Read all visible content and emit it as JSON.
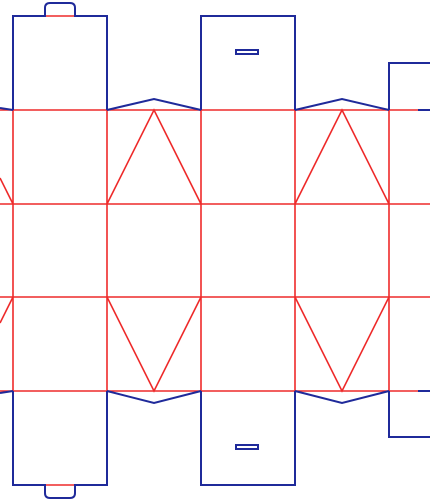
{
  "diagram": {
    "type": "box-dieline",
    "colors": {
      "cut_line": "#1f2a9a",
      "fold_line": "#ee2a2a",
      "background": "#ffffff"
    },
    "legend": {
      "cut_line_style": "solid",
      "fold_line_style": "solid"
    }
  }
}
